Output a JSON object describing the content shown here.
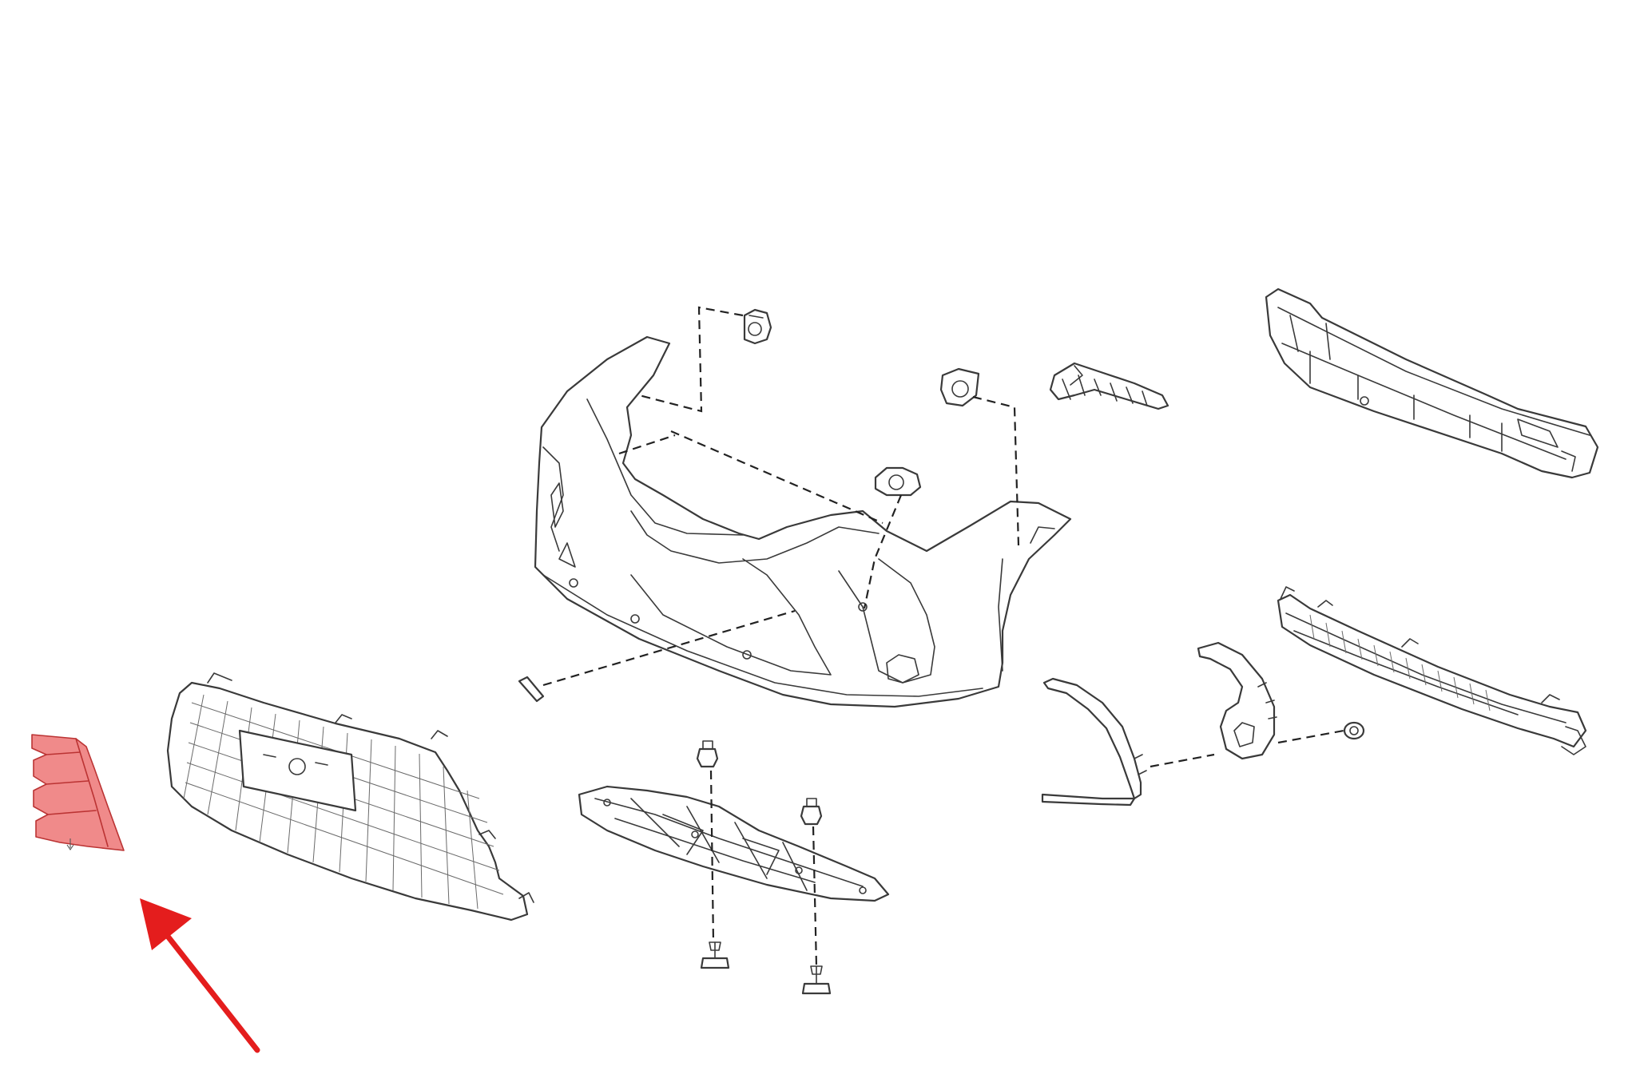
{
  "diagram": {
    "type": "exploded-parts-diagram",
    "colors": {
      "line": "#3a3a3a",
      "highlight_fill": "#f08a8a",
      "highlight_stroke": "#bb3333",
      "arrow": "#e41d1d",
      "background": "#ffffff"
    },
    "parts": [
      "bumper-cover",
      "lower-grille",
      "grille-side-insert",
      "bumper-reinforcement",
      "energy-absorber-beam",
      "lower-support-bracket",
      "side-trim-molding",
      "fog-lamp-bracket",
      "side-retainer-bracket",
      "sensor-holder-left",
      "sensor-holder-center",
      "sensor-holder-right",
      "tow-hook-cover",
      "retainer-clips",
      "bolts",
      "grommet"
    ],
    "highlighted_part": "grille-side-insert",
    "pointer": {
      "color": "#e41d1d",
      "direction": "up-left"
    }
  }
}
